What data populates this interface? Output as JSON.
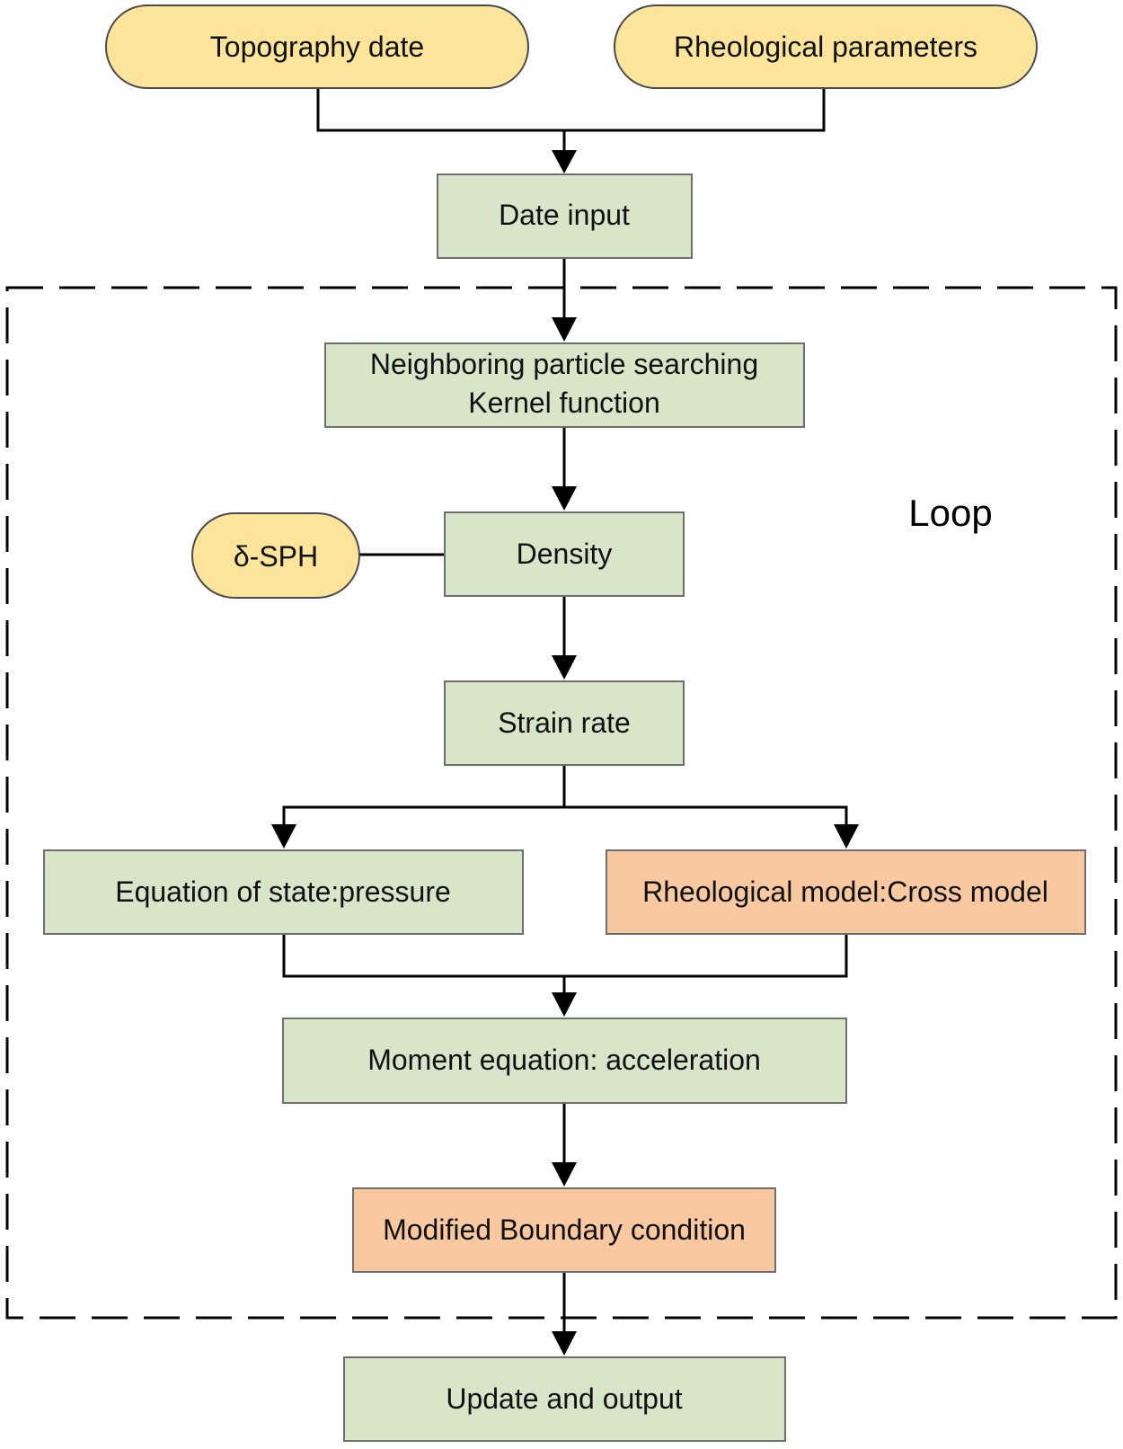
{
  "colors": {
    "terminal_fill": "#FCE49B",
    "terminal_stroke": "#4A4A4A",
    "process_fill": "#D8E5C9",
    "process_stroke": "#6E6E6E",
    "highlight_fill": "#F8C8A0",
    "highlight_stroke": "#6E6E6E",
    "line": "#000000"
  },
  "nodes": {
    "topography": "Topography date",
    "rheological_params": "Rheological parameters",
    "date_input": "Date input",
    "neighbor_line1": "Neighboring particle searching",
    "neighbor_line2": "Kernel function",
    "delta_sph": "δ-SPH",
    "density": "Density",
    "strain_rate": "Strain rate",
    "equation_of_state": "Equation of state:pressure",
    "rheological_model": "Rheological model:Cross model",
    "moment_equation": "Moment equation: acceleration",
    "boundary_condition": "Modified Boundary condition",
    "update_output": "Update and output"
  },
  "loop_label": "Loop"
}
